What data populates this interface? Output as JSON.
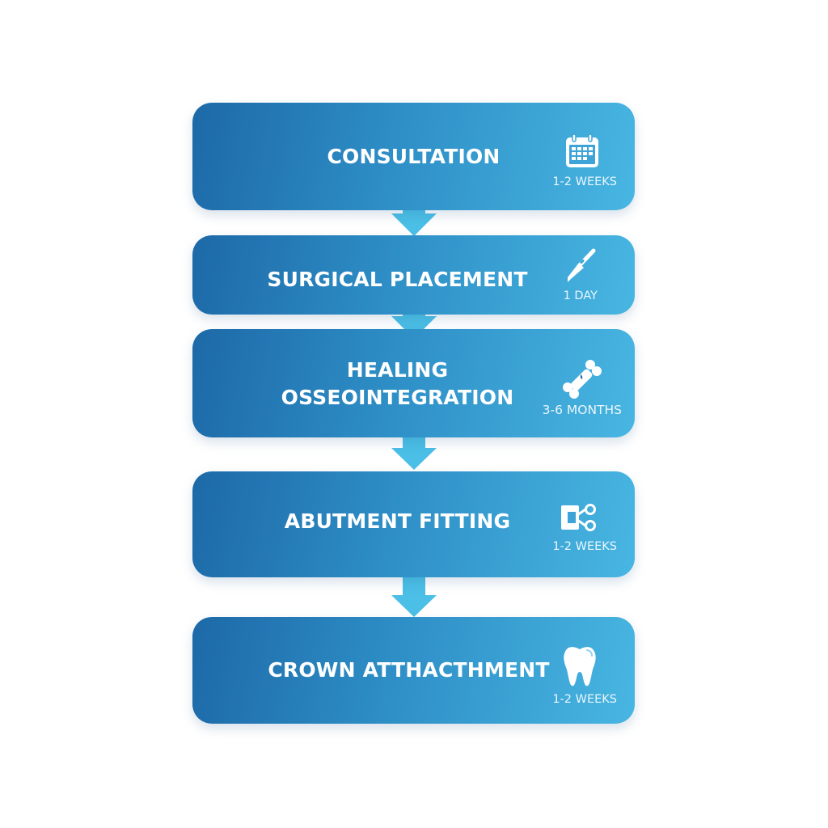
{
  "diagram": {
    "type": "process-flow",
    "colors": {
      "gradient_start": "#1d69a8",
      "gradient_mid": "#2e8ec6",
      "gradient_end": "#48b6e2",
      "arrow": "#4bbfe6",
      "text": "#ffffff",
      "background": "#ffffff"
    },
    "steps": [
      {
        "title_line1": "CONSULTATION",
        "title_line2": "",
        "duration": "1-2 WEEKS",
        "icon": "calendar-icon"
      },
      {
        "title_line1": "SURGICAL PLACEMENT",
        "title_line2": "",
        "duration": "1 DAY",
        "icon": "scalpel-icon"
      },
      {
        "title_line1": "HEALING",
        "title_line2": "OSSEOINTEGRATION",
        "duration": "3-6 MONTHS",
        "icon": "bone-icon"
      },
      {
        "title_line1": "ABUTMENT FITTING",
        "title_line2": "",
        "duration": "1-2 WEEKS",
        "icon": "abutment-connector-icon"
      },
      {
        "title_line1": "CROWN ATTHACTHMENT",
        "title_line2": "",
        "duration": "1-2 WEEKS",
        "icon": "tooth-icon"
      }
    ],
    "connectors": [
      {
        "from": 0,
        "to": 1,
        "icon": "arrow-down-icon"
      },
      {
        "from": 1,
        "to": 2,
        "icon": "arrow-down-icon"
      },
      {
        "from": 2,
        "to": 3,
        "icon": "arrow-down-icon"
      },
      {
        "from": 3,
        "to": 4,
        "icon": "arrow-down-icon"
      }
    ]
  }
}
